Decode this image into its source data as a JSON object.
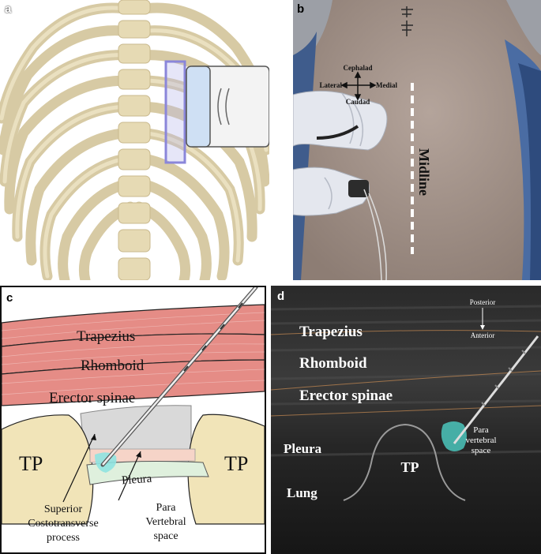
{
  "panels": {
    "a": {
      "label": "a"
    },
    "b": {
      "label": "b",
      "compass": {
        "up": "Cephalad",
        "down": "Caudad",
        "left": "Lateral",
        "right": "Medial"
      },
      "midline": "Midline"
    },
    "c": {
      "label": "c",
      "muscles": [
        "Trapezius",
        "Rhomboid",
        "Erector spinae"
      ],
      "tp_left": "TP",
      "tp_right": "TP",
      "pleura": "Pleura",
      "callout_left": [
        "Superior",
        "Costotransverse",
        "process"
      ],
      "callout_right": [
        "Para",
        "Vertebral",
        "space"
      ]
    },
    "d": {
      "label": "d",
      "orientation": {
        "top": "Posterior",
        "bottom": "Anterior"
      },
      "layers": [
        "Trapezius",
        "Rhomboid",
        "Erector spinae"
      ],
      "pleura": "Pleura",
      "lung": "Lung",
      "tp": "TP",
      "space": [
        "Para",
        "vertebral",
        "space"
      ]
    }
  },
  "colors": {
    "muscle": "#e58c86",
    "bone": "#f1e4b8",
    "probe_highlight": "#7f7fd8",
    "paravertebral_space": "#4ecfc6",
    "ultrasound_bg": "#1b1b1b"
  }
}
